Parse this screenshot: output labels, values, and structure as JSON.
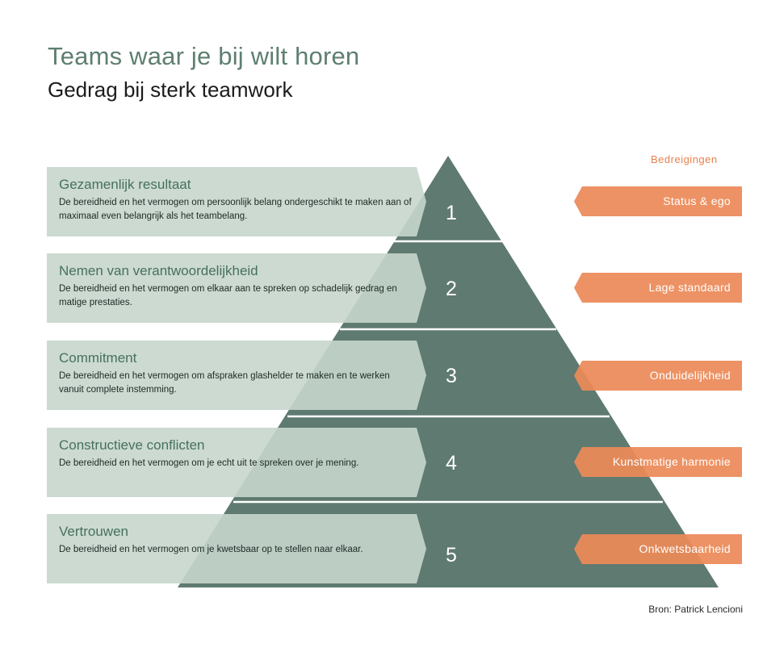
{
  "header": {
    "title": "Teams waar je bij wilt horen",
    "subtitle": "Gedrag bij sterk teamwork"
  },
  "threats_header": "Bedreigingen",
  "levels": [
    {
      "number": "1",
      "title": "Gezamenlijk resultaat",
      "text": "De bereidheid en het vermogen om persoonlijk belang ondergeschikt te maken aan of maximaal even belangrijk als het teambelang.",
      "threat": "Status & ego"
    },
    {
      "number": "2",
      "title": "Nemen van verantwoordelijkheid",
      "text": "De bereidheid en het vermogen om elkaar aan te spreken op schadelijk gedrag en matige prestaties.",
      "threat": "Lage standaard"
    },
    {
      "number": "3",
      "title": "Commitment",
      "text": "De bereidheid en het vermogen om afspraken glashelder te maken en te werken vanuit complete instemming.",
      "threat": "Onduidelijkheid"
    },
    {
      "number": "4",
      "title": "Constructieve conflicten",
      "text": "De bereidheid en het vermogen om je echt uit te spreken over je mening.",
      "threat": "Kunstmatige harmonie"
    },
    {
      "number": "5",
      "title": "Vertrouwen",
      "text": "De bereidheid en het vermogen om je kwetsbaar op te stellen naar elkaar.",
      "threat": "Onkwetsbaarheid"
    }
  ],
  "source": "Bron: Patrick Lencioni",
  "colors": {
    "pyramid": "#5f7a70",
    "card": "#c7d6cd",
    "card_title": "#47705f",
    "threat": "#ec8a58",
    "title": "#5e7f70"
  }
}
